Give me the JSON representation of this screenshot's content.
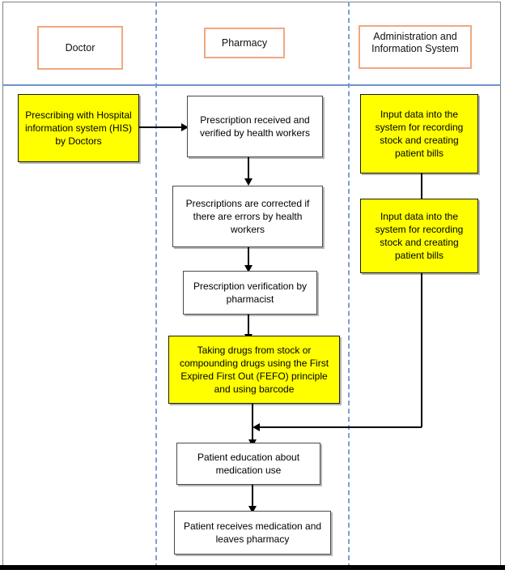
{
  "diagram": {
    "title": "Pharmacy medication dispensing swimlane flowchart",
    "colors": {
      "highlight_fill": "#ffff00",
      "plain_fill": "#ffffff",
      "node_border": "#3a3a3a",
      "lane_header_border": "#f0a882",
      "lane_divider": "#7a9fd4",
      "header_rule": "#6f93c9",
      "bottom_band": "#000000"
    },
    "lanes": [
      {
        "id": "doctor",
        "label": "Doctor"
      },
      {
        "id": "pharmacy",
        "label": "Pharmacy"
      },
      {
        "id": "administration",
        "label": "Administration and Information System"
      }
    ],
    "nodes": {
      "prescribing_his": "Prescribing with Hospital information system (HIS) by Doctors",
      "prescription_received": "Prescription received and verified by health workers",
      "prescriptions_corrected": "Prescriptions are corrected if there are errors by health workers",
      "prescription_verification": "Prescription verification by pharmacist",
      "taking_drugs_fefo": "Taking drugs from stock or compounding drugs using the First Expired First Out (FEFO) principle and using barcode",
      "patient_education": "Patient education about medication use",
      "patient_receives": "Patient receives medication and leaves pharmacy",
      "input_data_1": "Input data into the system for recording stock and creating patient bills",
      "input_data_2": "Input data into the system for recording stock and creating patient bills"
    }
  }
}
